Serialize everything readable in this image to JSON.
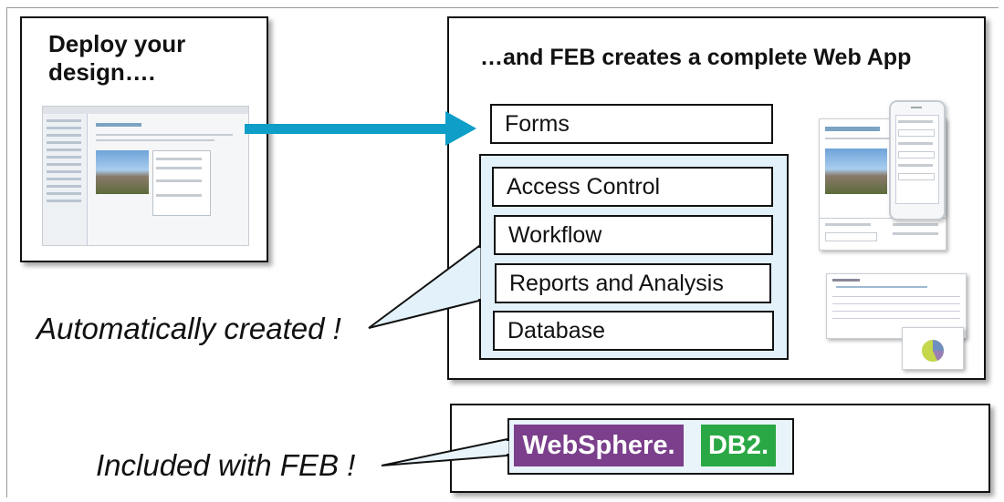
{
  "left_panel": {
    "title": "Deploy your design…."
  },
  "right_panel": {
    "title": "…and FEB creates a complete Web App",
    "forms_label": "Forms",
    "features": [
      "Access Control",
      "Workflow",
      "Reports and Analysis",
      "Database"
    ]
  },
  "callouts": {
    "automatic": "Automatically created !",
    "included": "Included with FEB !"
  },
  "logos": {
    "websphere": "WebSphere.",
    "db2": "DB2."
  },
  "colors": {
    "arrow": "#0e9ec7",
    "feature_panel_bg": "#e3f2fa",
    "websphere": "#7b3f8c",
    "db2": "#2aa845",
    "callout_bg": "#e8f4fa"
  }
}
